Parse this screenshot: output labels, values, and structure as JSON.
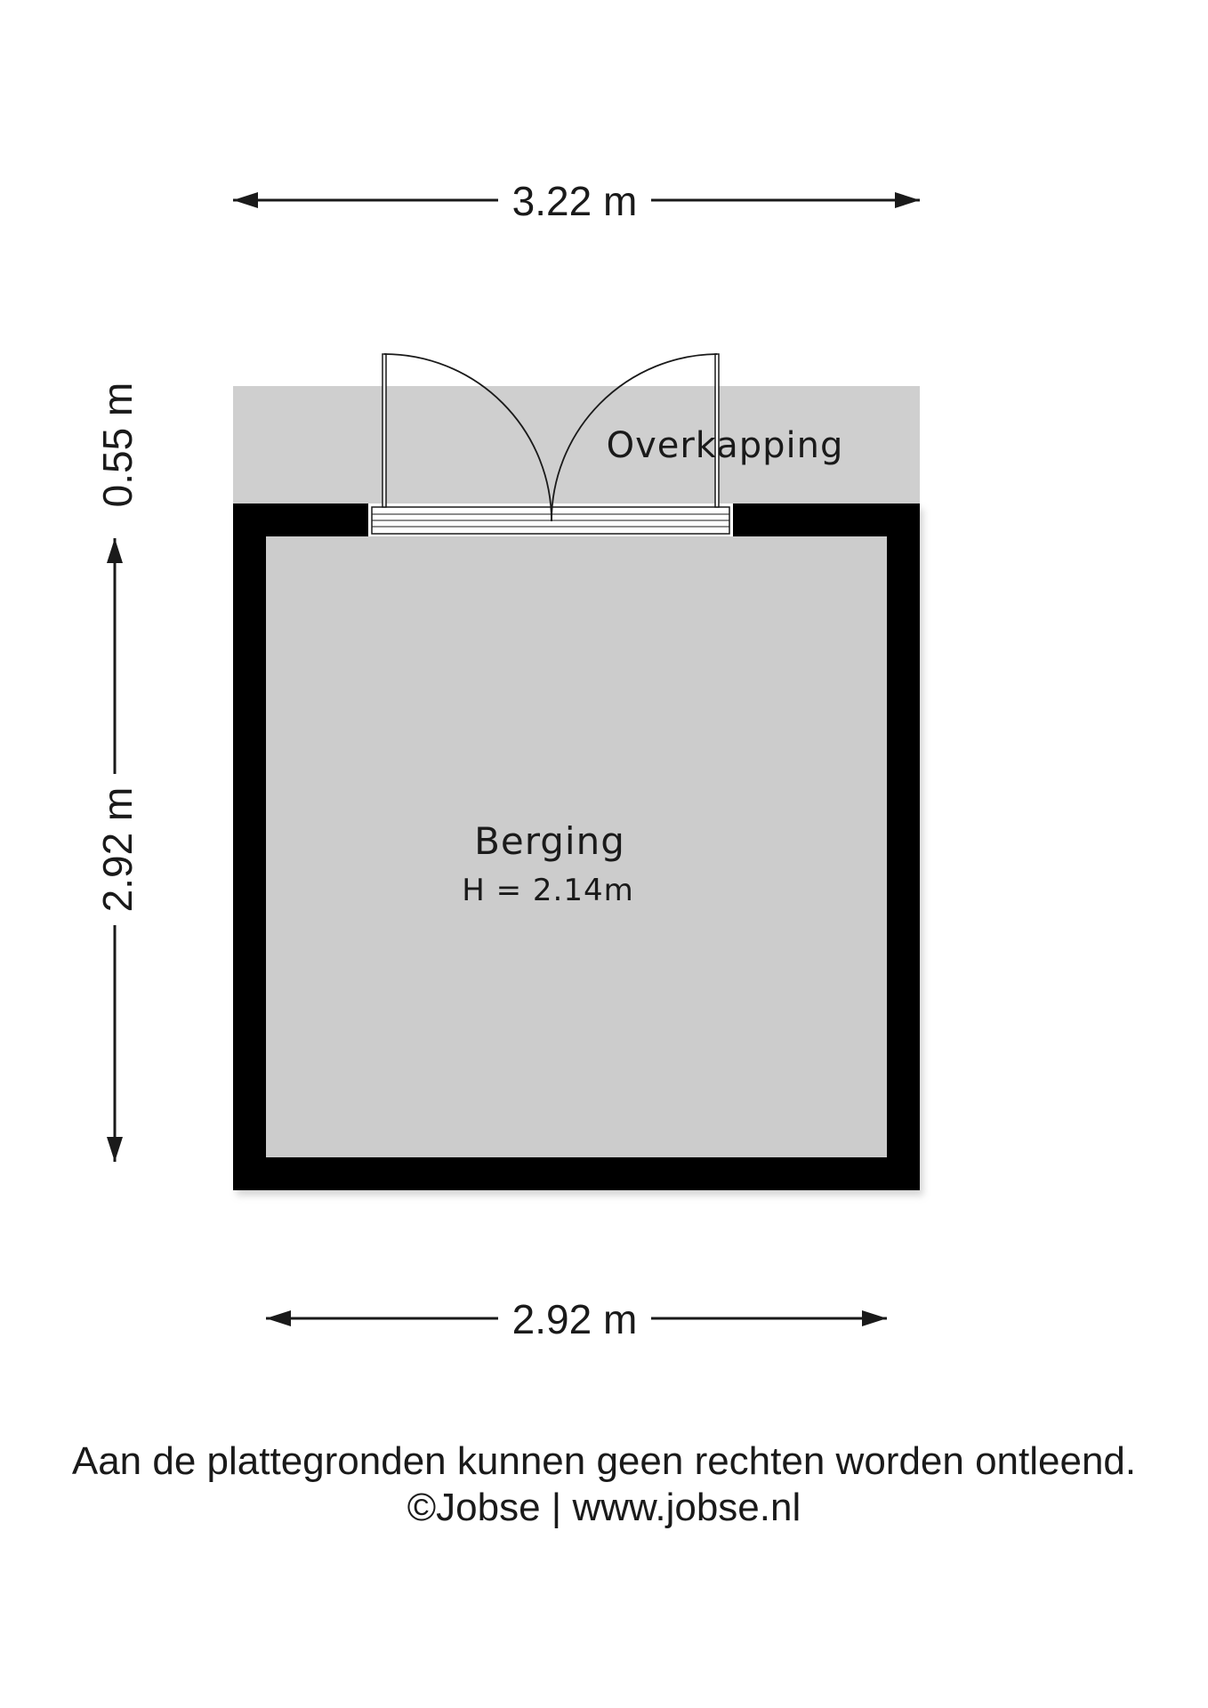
{
  "dimensions": {
    "top_width": "3.22 m",
    "bottom_width": "2.92 m",
    "left_upper": "0.55 m",
    "left_lower": "2.92 m"
  },
  "rooms": {
    "main": {
      "name": "Berging",
      "height": "H = 2.14m"
    },
    "canopy": {
      "name": "Overkapping"
    }
  },
  "footer": {
    "disclaimer": "Aan de plattegronden kunnen geen rechten worden ontleend.",
    "credit": "©Jobse | www.jobse.nl"
  },
  "colors": {
    "wall": "#000000",
    "floor": "#cccccc",
    "canopy": "#cfcfcf",
    "line": "#1a1a1a"
  }
}
